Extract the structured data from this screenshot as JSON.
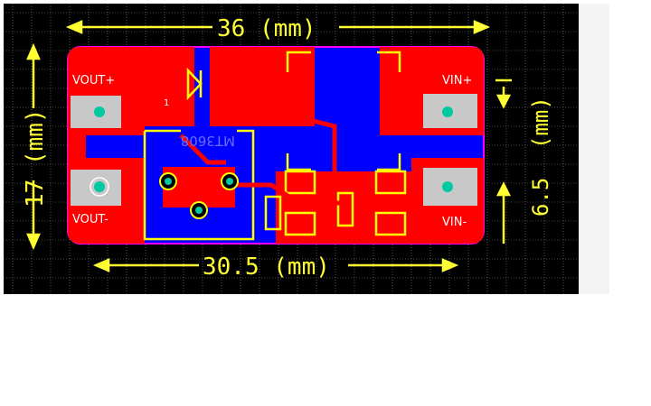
{
  "pcb": {
    "dim_top": "36 (mm)",
    "dim_bottom": "30.5 (mm)",
    "dim_left": "17 (mm)",
    "dim_right_top": "(mm)",
    "dim_right_bottom": "6.5",
    "labels": {
      "vout_plus": "VOUT+",
      "vout_minus": "VOUT-",
      "vin_plus": "VIN+",
      "vin_minus": "VIN-",
      "chip": "MT3608",
      "one": "1"
    },
    "colors": {
      "background": "#000000",
      "grid": "#8a8a8a",
      "copper_top": "#ff0000",
      "copper_bottom": "#0000ff",
      "silkscreen": "#ffff00",
      "outline": "#ff00ff",
      "pad": "#c8c8c8",
      "dimension": "#ffff33"
    }
  }
}
